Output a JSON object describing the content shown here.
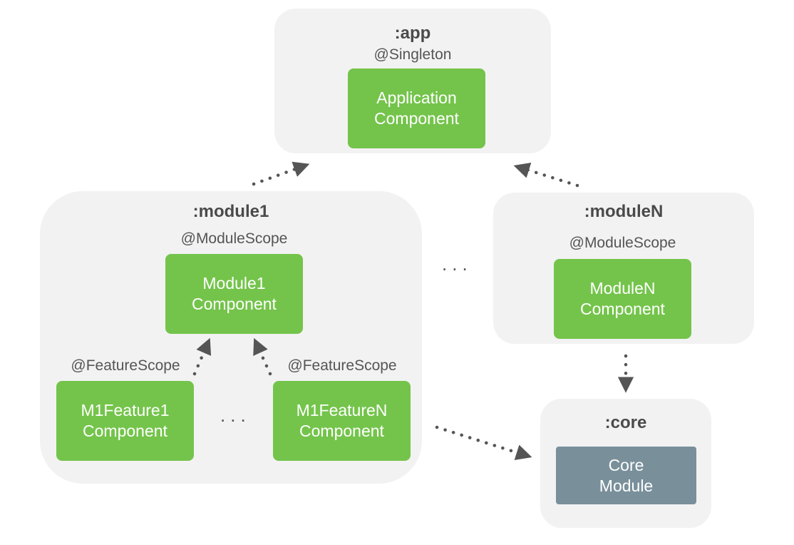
{
  "app": {
    "title": ":app",
    "scope": "@Singleton",
    "component": {
      "line1": "Application",
      "line2": "Component"
    }
  },
  "module1": {
    "title": ":module1",
    "scope": "@ModuleScope",
    "component": {
      "line1": "Module1",
      "line2": "Component"
    },
    "feature1": {
      "scope": "@FeatureScope",
      "line1": "M1Feature1",
      "line2": "Component"
    },
    "featureN": {
      "scope": "@FeatureScope",
      "line1": "M1FeatureN",
      "line2": "Component"
    },
    "ellipsis": "..."
  },
  "moduleN": {
    "title": ":moduleN",
    "scope": "@ModuleScope",
    "component": {
      "line1": "ModuleN",
      "line2": "Component"
    }
  },
  "modules_ellipsis": "...",
  "core": {
    "title": ":core",
    "component": {
      "line1": "Core",
      "line2": "Module"
    }
  },
  "colors": {
    "container_bg": "#f2f2f2",
    "component_green": "#74c44b",
    "core_module_gray": "#79909b",
    "arrow": "#555555"
  }
}
